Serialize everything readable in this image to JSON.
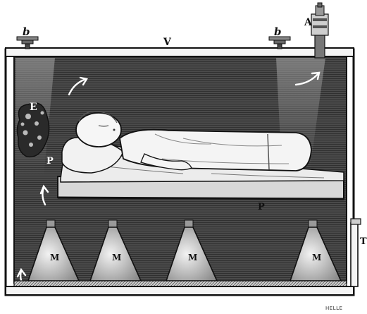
{
  "labels": {
    "b_left": "b",
    "v": "V",
    "b_right": "b",
    "a": "A",
    "e": "E",
    "p_left": "P",
    "p_bottom": "P",
    "t": "T",
    "m1": "M",
    "m2": "M",
    "m3": "M",
    "m4": "M"
  },
  "signature": "HELLE",
  "colors": {
    "ink": "#111111",
    "chamber": "#3d3d3d",
    "paper": "#ffffff",
    "sheet": "#e9e9e9"
  }
}
